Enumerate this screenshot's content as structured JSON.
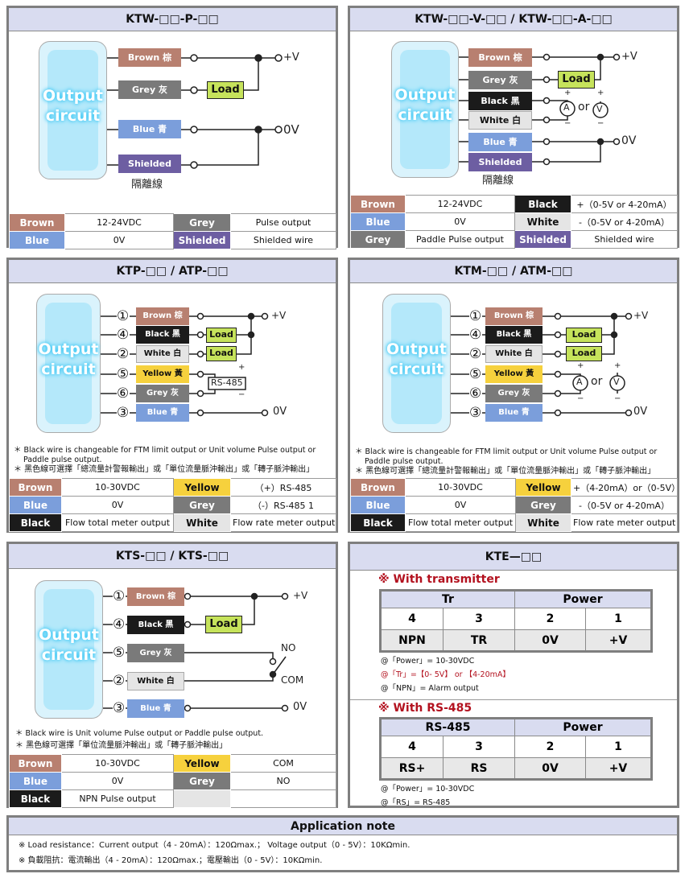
{
  "common": {
    "circuit_line1": "Output",
    "circuit_line2": "circuit",
    "load": "Load",
    "plus_v": "+V",
    "zero_v": "0V",
    "or": "or",
    "plus": "+",
    "minus": "−",
    "ammeter": "A",
    "voltmeter": "V"
  },
  "colors": {
    "brown": "#b88070",
    "grey": "#7a7a7a",
    "blue": "#7b9edb",
    "shielded": "#6d5ea2",
    "black": "#1b1b1b",
    "white": "#e5e5e5",
    "yellow": "#f6d13d",
    "load": "#c6e35b",
    "header": "#d9dcf0",
    "accent_red": "#b3121f"
  },
  "p1": {
    "title": "KTW-□□-P-□□",
    "wires": [
      "Brown 棕",
      "Grey 灰",
      "Blue 青",
      "Shielded"
    ],
    "shield_cn": "隔離線",
    "table": [
      [
        "Brown",
        "12-24VDC",
        "Grey",
        "Pulse output"
      ],
      [
        "Blue",
        "0V",
        "Shielded",
        "Shielded wire"
      ]
    ]
  },
  "p2": {
    "title": "KTW-□□-V-□□ / KTW-□□-A-□□",
    "wires": [
      "Brown 棕",
      "Grey 灰",
      "Black 黑",
      "White 白",
      "Blue 青",
      "Shielded"
    ],
    "shield_cn": "隔離線",
    "table": [
      [
        "Brown",
        "12-24VDC",
        "Black",
        "+（0-5V or 4-20mA）"
      ],
      [
        "Blue",
        "0V",
        "White",
        "-（0-5V or 4-20mA）"
      ],
      [
        "Grey",
        "Paddle Pulse output",
        "Shielded",
        "Shielded wire"
      ]
    ]
  },
  "p3": {
    "title": "KTP-□□ / ATP-□□",
    "pins": [
      "①",
      "④",
      "②",
      "⑤",
      "⑥",
      "③"
    ],
    "wires": [
      "Brown 棕",
      "Black 黑",
      "White 白",
      "Yellow 黃",
      "Grey 灰",
      "Blue 青"
    ],
    "rs485": "RS-485",
    "notes": [
      "＊ Black wire is changeable for FTM limit output or Unit volume Pulse output or",
      "Paddle pulse output.",
      "＊ 黑色線可選擇「總流量計警報輸出」或「單位流量脈沖輸出」或「轉子脈沖輸出」"
    ],
    "table": [
      [
        "Brown",
        "10-30VDC",
        "Yellow",
        "（+）RS-485"
      ],
      [
        "Blue",
        "0V",
        "Grey",
        "（-）RS-485 1"
      ],
      [
        "Black",
        "Flow total meter output",
        "White",
        "Flow rate meter output"
      ]
    ]
  },
  "p4": {
    "title": "KTM-□□ / ATM-□□",
    "pins": [
      "①",
      "④",
      "②",
      "⑤",
      "⑥",
      "③"
    ],
    "wires": [
      "Brown 棕",
      "Black 黑",
      "White 白",
      "Yellow 黃",
      "Grey 灰",
      "Blue 青"
    ],
    "notes": [
      "＊ Black wire is changeable for FTM limit output or Unit volume Pulse output or",
      "Paddle pulse output.",
      "＊ 黑色線可選擇「總流量計警報輸出」或「單位流量脈沖輸出」或「轉子脈沖輸出」"
    ],
    "table": [
      [
        "Brown",
        "10-30VDC",
        "Yellow",
        "+（4-20mA）or（0-5V）"
      ],
      [
        "Blue",
        "0V",
        "Grey",
        "-（0-5V or 4-20mA）"
      ],
      [
        "Black",
        "Flow total meter output",
        "White",
        "Flow rate meter output"
      ]
    ]
  },
  "p5": {
    "title": "KTS-□□ / KTS-□□",
    "pins": [
      "①",
      "④",
      "⑤",
      "②",
      "③"
    ],
    "wires": [
      "Brown 棕",
      "Black 黑",
      "Grey 灰",
      "White 白",
      "Blue 青"
    ],
    "no": "NO",
    "com": "COM",
    "notes": [
      "＊ Black wire is Unit volume Pulse output or Paddle pulse output.",
      "＊ 黑色線可選擇「單位流量脈沖輸出」或「轉子脈沖輸出」"
    ],
    "table": [
      [
        "Brown",
        "10-30VDC",
        "Yellow",
        "COM"
      ],
      [
        "Blue",
        "0V",
        "Grey",
        "NO"
      ],
      [
        "Black",
        "NPN Pulse output",
        "",
        ""
      ]
    ]
  },
  "p6": {
    "title": "KTE—□□",
    "transmitter": {
      "heading": "※ With transmitter",
      "group1": "Tr",
      "group2": "Power",
      "pins": [
        "4",
        "3",
        "2",
        "1"
      ],
      "signals": [
        "NPN",
        "TR",
        "0V",
        "+V"
      ],
      "notes": [
        "@「Power」= 10-30VDC",
        "@「Tr」=【0- 5V】 or 【4-20mA】",
        "@「NPN」= Alarm output"
      ]
    },
    "rs485": {
      "heading": "※ With RS-485",
      "group1": "RS-485",
      "group2": "Power",
      "pins": [
        "4",
        "3",
        "2",
        "1"
      ],
      "signals": [
        "RS+",
        "RS",
        "0V",
        "+V"
      ],
      "notes": [
        "@「Power」= 10-30VDC",
        "@「RS」= RS-485"
      ]
    }
  },
  "p7": {
    "title": "Application note",
    "lines": [
      "※ Load resistance：Current output（4 - 20mA）：120Ωmax.； Voltage output（0 - 5V）：10KΩmin.",
      "※ 負載阻抗：電流輸出（4 - 20mA）：120Ωmax.；電壓輸出（0 - 5V）：10KΩmin."
    ]
  }
}
